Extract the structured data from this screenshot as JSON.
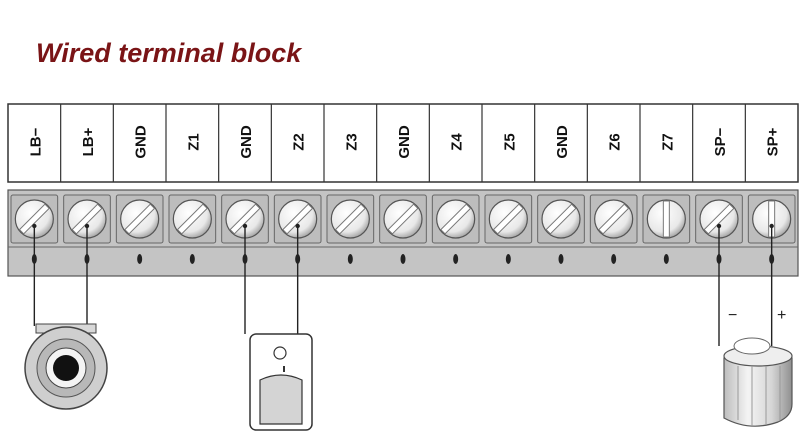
{
  "title": "Wired terminal block",
  "terminals": [
    {
      "label": "LB−",
      "screw": "slash"
    },
    {
      "label": "LB+",
      "screw": "slash"
    },
    {
      "label": "GND",
      "screw": "slash"
    },
    {
      "label": "Z1",
      "screw": "slash"
    },
    {
      "label": "GND",
      "screw": "slash"
    },
    {
      "label": "Z2",
      "screw": "slash"
    },
    {
      "label": "Z3",
      "screw": "slash"
    },
    {
      "label": "GND",
      "screw": "slash"
    },
    {
      "label": "Z4",
      "screw": "slash"
    },
    {
      "label": "Z5",
      "screw": "slash"
    },
    {
      "label": "GND",
      "screw": "slash"
    },
    {
      "label": "Z6",
      "screw": "slash"
    },
    {
      "label": "Z7",
      "screw": "vertical"
    },
    {
      "label": "SP−",
      "screw": "slash"
    },
    {
      "label": "SP+",
      "screw": "vertical"
    }
  ],
  "devices": [
    {
      "name": "camera-device",
      "terminals": [
        0,
        1
      ]
    },
    {
      "name": "sensor-device",
      "terminals": [
        4,
        5
      ]
    },
    {
      "name": "siren-device",
      "terminals": [
        13,
        14
      ]
    }
  ],
  "polarity": {
    "minus": "−",
    "plus": "+"
  },
  "colors": {
    "title": "#7a1416",
    "block": "#c4c4c4",
    "label_bg": "#ffffff",
    "wire": "#222222"
  }
}
